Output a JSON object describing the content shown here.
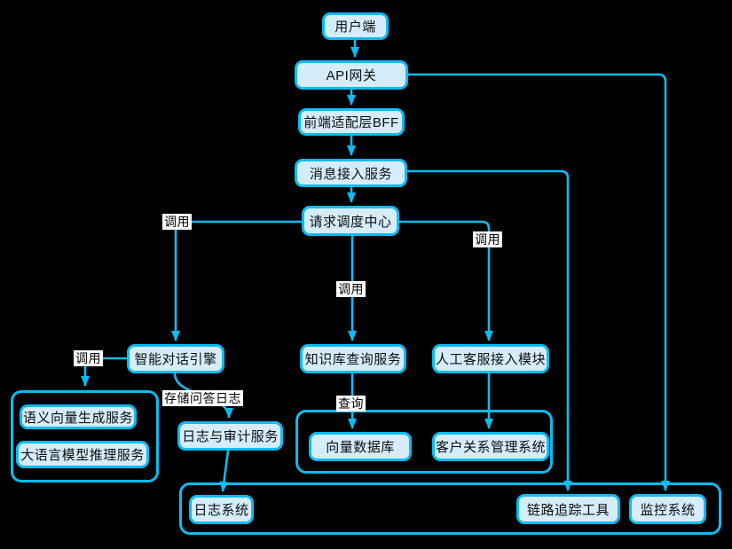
{
  "diagram": {
    "colors": {
      "background": "#000000",
      "accent": "#0bbcf2",
      "node_fill": "#d5edfb",
      "node_text": "#0d0d0d",
      "label_bg": "#ffffff"
    },
    "nodes": {
      "user_client": "用户端",
      "api_gateway": "API网关",
      "bff_layer": "前端适配层BFF",
      "message_service": "消息接入服务",
      "dispatch_center": "请求调度中心",
      "chat_engine": "智能对话引擎",
      "kb_query_service": "知识库查询服务",
      "human_cs_module": "人工客服接入模块",
      "embedding_service": "语义向量生成服务",
      "llm_inference_service": "大语言模型推理服务",
      "log_audit_service": "日志与审计服务",
      "vector_db": "向量数据库",
      "crm_system": "客户关系管理系统",
      "log_system": "日志系统",
      "trace_tool": "链路追踪工具",
      "monitor_system": "监控系统"
    },
    "edge_labels": {
      "call_chat_engine": "调用",
      "call_kb_query": "调用",
      "call_human_cs": "调用",
      "call_embedding": "调用",
      "store_qa_log": "存储问答日志",
      "query": "查询"
    }
  }
}
